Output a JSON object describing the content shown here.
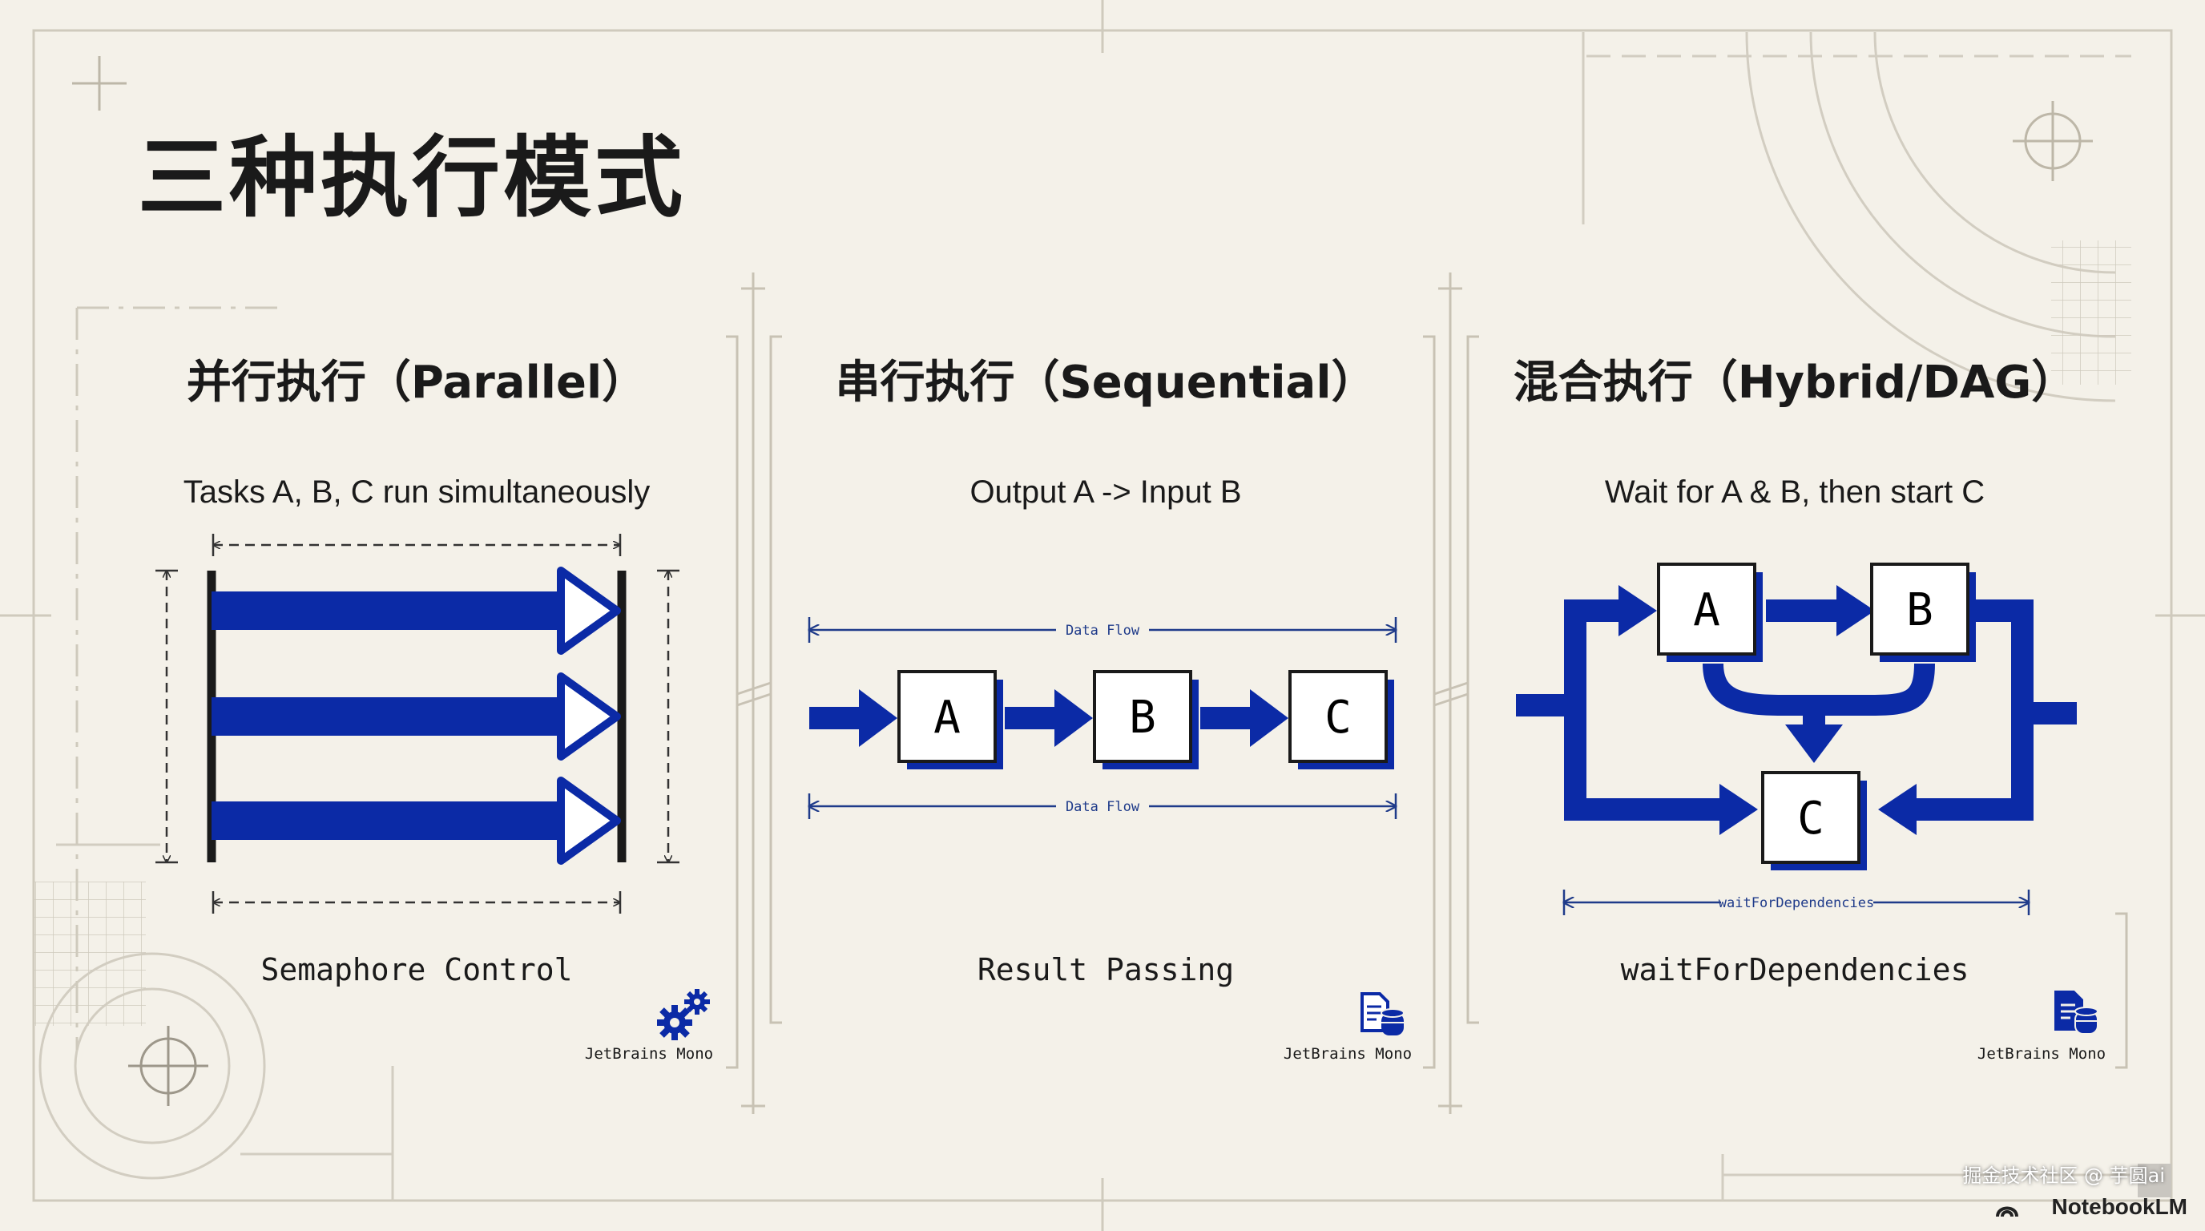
{
  "title": "三种执行模式",
  "columns": [
    {
      "title": "并行执行（Parallel）",
      "subtitle": "Tasks A, B, C run simultaneously",
      "footer": "Semaphore Control",
      "font_label": "JetBrains Mono",
      "icon": "gears-icon"
    },
    {
      "title": "串行执行（Sequential）",
      "subtitle": "Output A -> Input B",
      "footer": "Result Passing",
      "font_label": "JetBrains Mono",
      "icon": "document-database-icon",
      "nodes": [
        "A",
        "B",
        "C"
      ],
      "flow_label": "Data Flow"
    },
    {
      "title": "混合执行（Hybrid/DAG）",
      "subtitle": "Wait for A & B, then start C",
      "footer": "waitForDependencies",
      "font_label": "JetBrains Mono",
      "icon": "document-database-icon",
      "nodes": [
        "A",
        "B",
        "C"
      ],
      "dimension_label": "waitForDependencies"
    }
  ],
  "watermark": "掘金技术社区 @ 芋圆ai",
  "brand": "NotebookLM",
  "colors": {
    "accent": "#0b2aa6",
    "ink": "#1a1a1a",
    "background": "#f4f1e9",
    "flow_line": "#1f3b8a"
  }
}
